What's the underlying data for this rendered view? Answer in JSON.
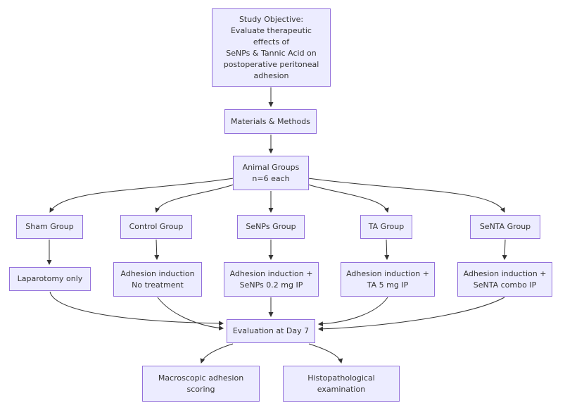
{
  "diagram": {
    "type": "flowchart",
    "nodes": {
      "objective": {
        "label": "Study Objective:\nEvaluate therapeutic\neffects of\nSeNPs & Tannic Acid on\npostoperative peritoneal\nadhesion"
      },
      "methods": {
        "label": "Materials & Methods"
      },
      "animal_groups": {
        "label": "Animal Groups\nn=6 each"
      },
      "sham_group": {
        "label": "Sham Group"
      },
      "control_group": {
        "label": "Control Group"
      },
      "senps_group": {
        "label": "SeNPs Group"
      },
      "ta_group": {
        "label": "TA Group"
      },
      "senta_group": {
        "label": "SeNTA Group"
      },
      "sham_treatment": {
        "label": "Laparotomy only"
      },
      "control_treatment": {
        "label": "Adhesion induction\nNo treatment"
      },
      "senps_treatment": {
        "label": "Adhesion induction +\nSeNPs 0.2 mg IP"
      },
      "ta_treatment": {
        "label": "Adhesion induction +\nTA 5 mg IP"
      },
      "senta_treatment": {
        "label": "Adhesion induction +\nSeNTA combo IP"
      },
      "evaluation": {
        "label": "Evaluation at Day 7"
      },
      "macroscopic": {
        "label": "Macroscopic adhesion\nscoring"
      },
      "histopathology": {
        "label": "Histopathological\nexamination"
      }
    },
    "colors": {
      "node_fill": "#ECECFF",
      "node_border": "#9370DB",
      "edge": "#333333",
      "text": "#333333",
      "background": "#FFFFFF"
    }
  }
}
